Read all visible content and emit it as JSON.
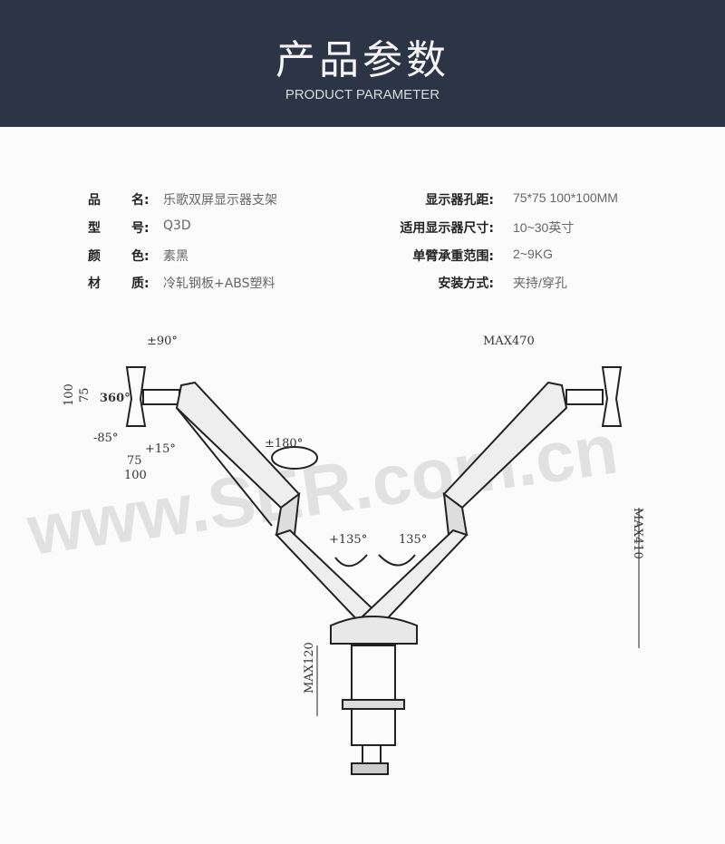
{
  "header": {
    "title": "产品参数",
    "subtitle": "PRODUCT PARAMETER"
  },
  "specs": [
    {
      "k1": "品",
      "k2": "名:",
      "v1": "乐歌双屏显示器支架",
      "k3": "显示器孔距:",
      "v2": "75*75 100*100MM"
    },
    {
      "k1": "型",
      "k2": "号:",
      "v1": "Q3D",
      "k3": "适用显示器尺寸:",
      "v2": "10~30英寸"
    },
    {
      "k1": "颜",
      "k2": "色:",
      "v1": "素黑",
      "k3": "单臂承重范围:",
      "v2": "2~9KG"
    },
    {
      "k1": "材",
      "k2": "质:",
      "v1": "冷轧钢板+ABS塑料",
      "k3": "安装方式:",
      "v2": "夹持/穿孔"
    }
  ],
  "diagram": {
    "tilt": "±90°",
    "rotate": "360°",
    "tilt_down": "-85°",
    "tilt_up": "+15°",
    "vesa_small": "75",
    "vesa_large": "100",
    "swivel": "±180°",
    "arm_left": "+135°",
    "arm_right": "135°",
    "max_width": "MAX470",
    "max_height": "MAX410",
    "max_clamp": "MAX120"
  },
  "watermark": "www.SER.com.cn"
}
